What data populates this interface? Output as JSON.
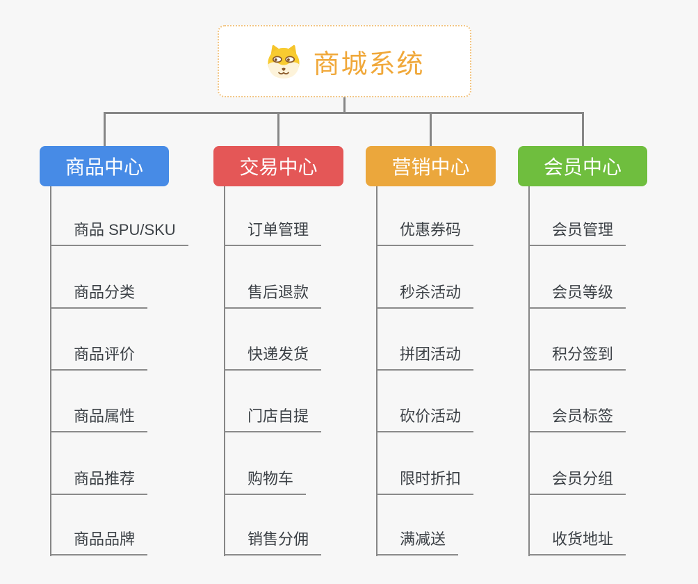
{
  "page": {
    "background": "#F7F7F7",
    "connector_color": "#868686",
    "leaf_text_color": "#3C4146"
  },
  "root": {
    "label": "商城系统",
    "icon": "dog-face-icon",
    "text_color": "#F0A83A",
    "border_color": "#F2C583"
  },
  "branches": [
    {
      "label": "商品中心",
      "color": "#478BE6",
      "children": [
        "商品 SPU/SKU",
        "商品分类",
        "商品评价",
        "商品属性",
        "商品推荐",
        "商品品牌"
      ]
    },
    {
      "label": "交易中心",
      "color": "#E45757",
      "children": [
        "订单管理",
        "售后退款",
        "快递发货",
        "门店自提",
        "购物车",
        "销售分佣"
      ]
    },
    {
      "label": "营销中心",
      "color": "#EBA73C",
      "children": [
        "优惠券码",
        "秒杀活动",
        "拼团活动",
        "砍价活动",
        "限时折扣",
        "满减送"
      ]
    },
    {
      "label": "会员中心",
      "color": "#6FBE3E",
      "children": [
        "会员管理",
        "会员等级",
        "积分签到",
        "会员标签",
        "会员分组",
        "收货地址"
      ]
    }
  ]
}
